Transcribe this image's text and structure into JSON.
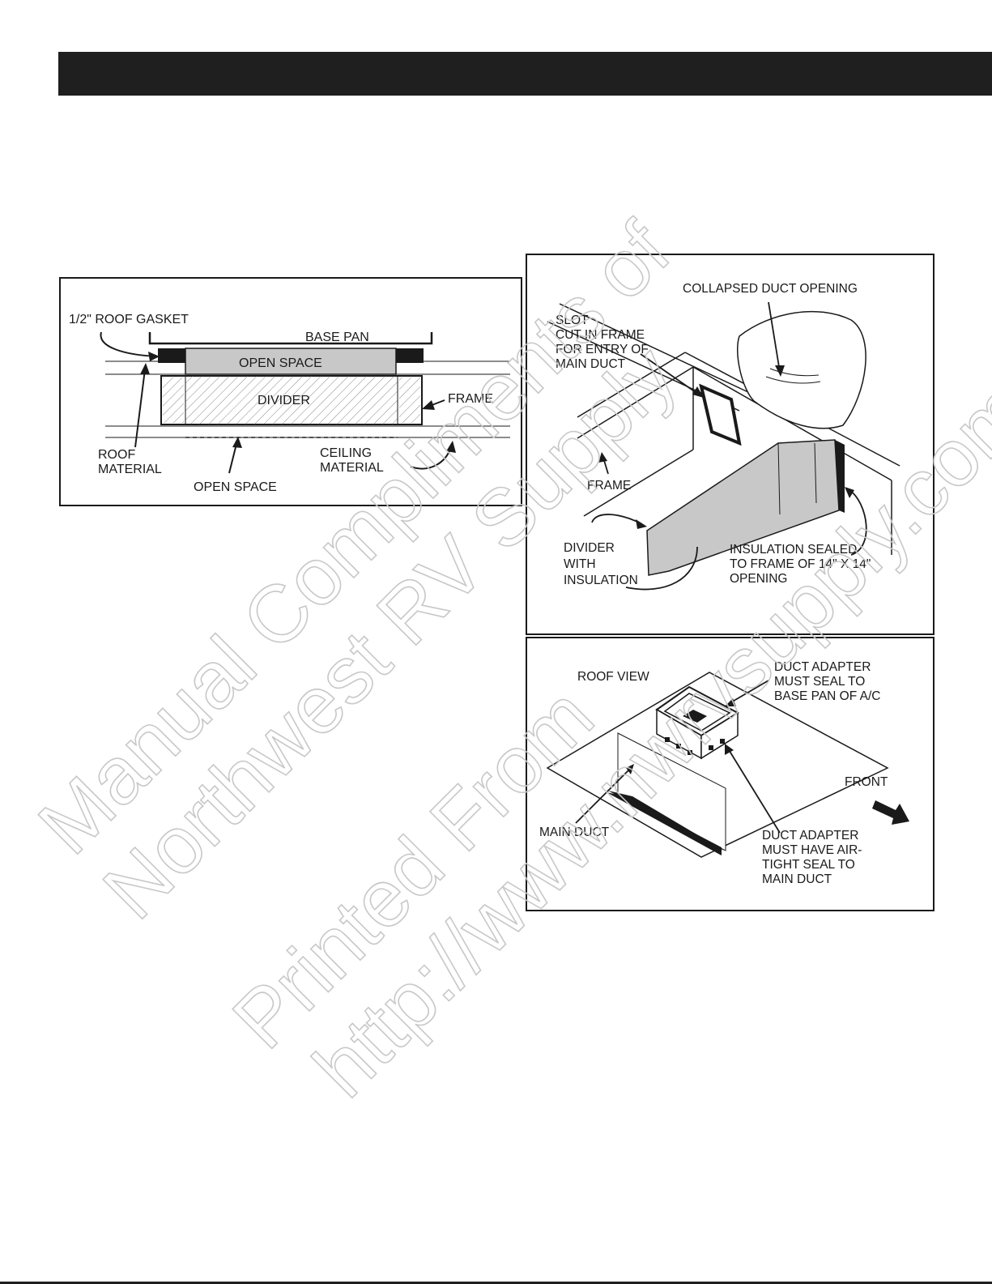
{
  "section_view": {
    "labels": {
      "roof_gasket": "1/2\" ROOF GASKET",
      "base_pan": "BASE PAN",
      "open_space_top": "OPEN SPACE",
      "divider": "DIVIDER",
      "frame": "FRAME",
      "roof_material_1": "ROOF",
      "roof_material_2": "MATERIAL",
      "ceiling_material_1": "CEILING",
      "ceiling_material_2": "MATERIAL",
      "open_space_bottom": "OPEN SPACE"
    }
  },
  "frame_view": {
    "labels": {
      "collapsed_duct": "COLLAPSED DUCT OPENING",
      "slot_1": "SLOT",
      "slot_2": "CUT IN FRAME",
      "slot_3": "FOR ENTRY OF",
      "slot_4": "MAIN DUCT",
      "frame": "FRAME",
      "divider_1": "DIVIDER",
      "divider_2": "WITH",
      "divider_3": "INSULATION",
      "insulation_1": "INSULATION SEALED",
      "insulation_2": "TO FRAME OF 14\" X 14\"",
      "insulation_3": "OPENING"
    }
  },
  "roof_view": {
    "labels": {
      "title": "ROOF VIEW",
      "adapter_base_1": "DUCT ADAPTER",
      "adapter_base_2": "MUST SEAL TO",
      "adapter_base_3": "BASE PAN OF A/C",
      "front": "FRONT",
      "main_duct": "MAIN DUCT",
      "adapter_duct_1": "DUCT ADAPTER",
      "adapter_duct_2": "MUST HAVE AIR-",
      "adapter_duct_3": "TIGHT SEAL TO",
      "adapter_duct_4": "MAIN DUCT"
    }
  },
  "watermark": {
    "line_1": "Manual Compliments of",
    "line_2": "Northwest RV Supply",
    "line_3": "Printed From",
    "line_4": "http://www.nwrvsupply.com"
  },
  "colors": {
    "ink": "#1a1a1a",
    "fill_gray": "#c8c8c8",
    "watermark": "#c8c8c8"
  }
}
